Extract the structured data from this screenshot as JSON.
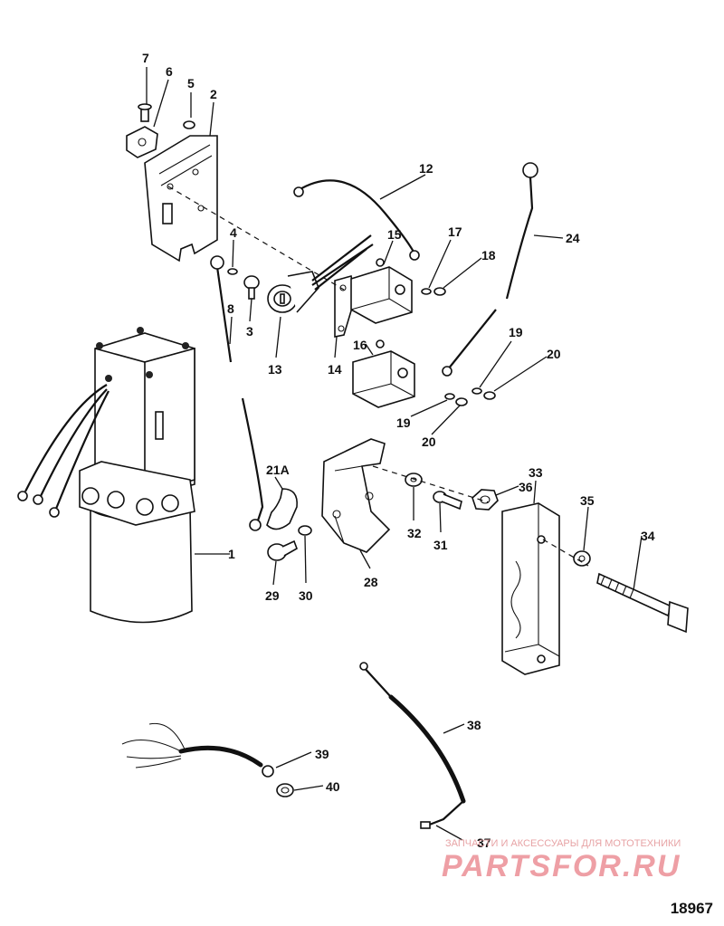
{
  "figure": {
    "number": "18967",
    "callouts": {
      "c1": "1",
      "c2": "2",
      "c3": "3",
      "c4": "4",
      "c5": "5",
      "c6": "6",
      "c7": "7",
      "c8": "8",
      "c12": "12",
      "c13": "13",
      "c14": "14",
      "c15": "15",
      "c16": "16",
      "c17": "17",
      "c18": "18",
      "c19a": "19",
      "c19b": "19",
      "c20a": "20",
      "c20b": "20",
      "c21a": "21A",
      "c24": "24",
      "c28": "28",
      "c29": "29",
      "c30": "30",
      "c31": "31",
      "c32": "32",
      "c33": "33",
      "c34": "34",
      "c35": "35",
      "c36": "36",
      "c37": "37",
      "c38": "38",
      "c39": "39",
      "c40": "40"
    }
  },
  "watermark": {
    "caption": "ЗАПЧАСТИ И АКСЕССУАРЫ ДЛЯ МОТОТЕХНИКИ",
    "logo": "PARTSFOR.RU"
  }
}
